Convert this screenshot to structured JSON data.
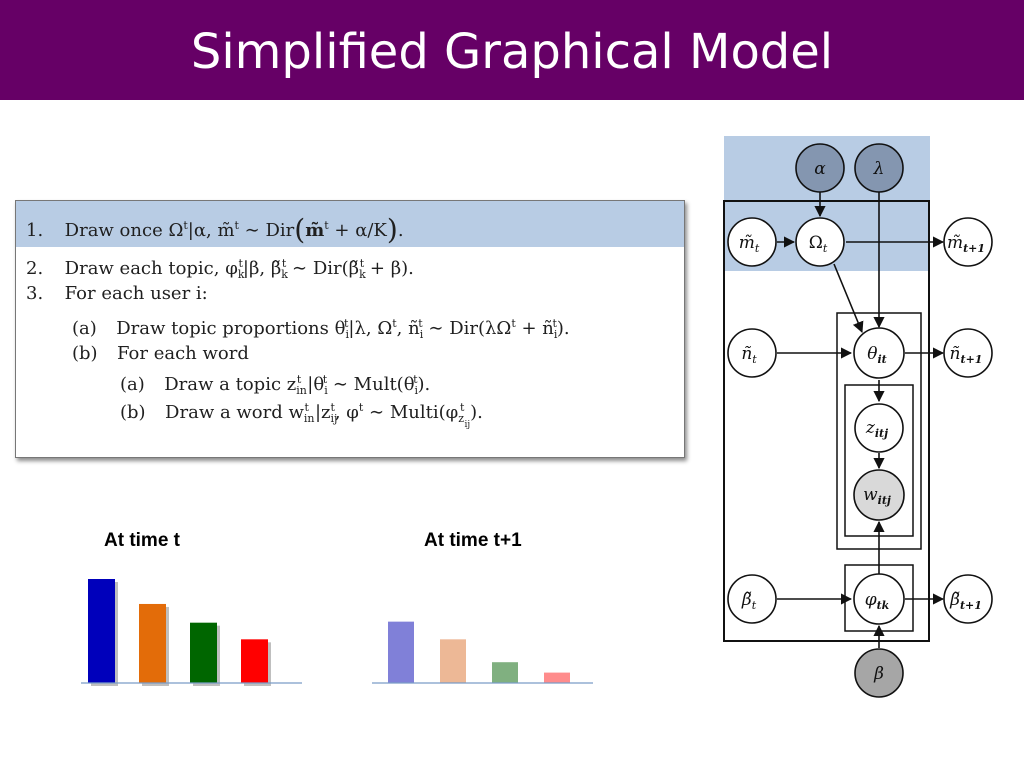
{
  "slide": {
    "title": "Simplified Graphical Model",
    "colors": {
      "title_bg": "#660066",
      "band": "#b8cce4"
    }
  },
  "algorithm": {
    "steps": [
      {
        "num": "1.",
        "text": "Draw once Ω",
        "tail": "|α, m̃",
        "tail2": " ∼ Dir",
        "tail3": "m̃",
        "tail4": " + α/K",
        "tail5": "."
      },
      {
        "num": "2.",
        "text": "Draw each topic, φ",
        "tail": "|β, β̃",
        "tail2": " ∼ Dir(β̃",
        "tail3": " + β)."
      },
      {
        "num": "3.",
        "text": "For each user i:"
      },
      {
        "num": "(a)",
        "text": "Draw topic proportions θ",
        "tail": "|λ, Ω",
        "tail2": ", ñ",
        "tail3": " ∼ Dir(λΩ",
        "tail4": " + ñ",
        "tail5": ")."
      },
      {
        "num": "(b)",
        "text": "For each word"
      },
      {
        "num": "(a)",
        "text": "Draw a topic z",
        "tail": "|θ",
        "tail2": " ∼ Mult(θ",
        "tail3": ")."
      },
      {
        "num": "(b)",
        "text": "Draw a word w",
        "tail": "|z",
        "tail2": ", φ",
        "tail3": " ∼ Multi(φ",
        "tail4": ")."
      }
    ]
  },
  "chart_data": [
    {
      "type": "bar",
      "title": "At time t",
      "categories": [
        "",
        "",
        "",
        ""
      ],
      "values": [
        100,
        76,
        58,
        42
      ],
      "colors": [
        "#0000bb",
        "#e36c09",
        "#006600",
        "#ff0000"
      ],
      "opacity": 1.0
    },
    {
      "type": "bar",
      "title": "At time t+1",
      "categories": [
        "",
        "",
        "",
        ""
      ],
      "values": [
        59,
        42,
        20,
        10
      ],
      "colors": [
        "#8080d8",
        "#edb896",
        "#80b080",
        "#ff8c8c"
      ],
      "opacity": 1.0
    }
  ],
  "diagram": {
    "nodes": [
      {
        "id": "alpha",
        "label": "α",
        "fill": "#8496b0"
      },
      {
        "id": "lambda",
        "label": "λ",
        "fill": "#8496b0"
      },
      {
        "id": "m_t",
        "label": "m̃",
        "sub": "t",
        "fill": "#ffffff"
      },
      {
        "id": "omega",
        "label": "Ω",
        "sub": "t",
        "fill": "#ffffff"
      },
      {
        "id": "m_t1",
        "label": "m̃",
        "sub": "t+1",
        "fill": "#ffffff"
      },
      {
        "id": "n_t",
        "label": "ñ",
        "sub": "t",
        "fill": "#ffffff"
      },
      {
        "id": "theta",
        "label": "θ",
        "sub": "it",
        "fill": "#ffffff"
      },
      {
        "id": "n_t1",
        "label": "ñ",
        "sub": "t+1",
        "fill": "#ffffff"
      },
      {
        "id": "z",
        "label": "z",
        "sub": "itj",
        "fill": "#ffffff"
      },
      {
        "id": "w",
        "label": "w",
        "sub": "itj",
        "fill": "#d9d9d9"
      },
      {
        "id": "beta_t",
        "label": "β̃",
        "sub": "t",
        "fill": "#ffffff"
      },
      {
        "id": "phi",
        "label": "φ",
        "sub": "tk",
        "fill": "#ffffff"
      },
      {
        "id": "beta_t1",
        "label": "β̃",
        "sub": "t+1",
        "fill": "#ffffff"
      },
      {
        "id": "beta",
        "label": "β",
        "fill": "#a6a6a6"
      }
    ]
  }
}
